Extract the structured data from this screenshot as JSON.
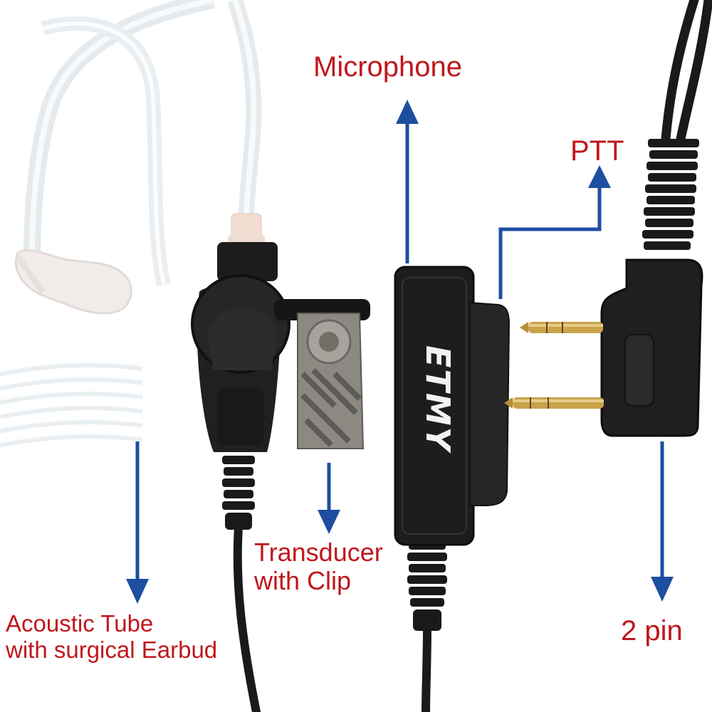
{
  "labels": {
    "microphone": "Microphone",
    "ptt": "PTT",
    "transducer_line1": "Transducer",
    "transducer_line2": "with Clip",
    "acoustic_line1": "Acoustic Tube",
    "acoustic_line2": "with surgical Earbud",
    "two_pin": "2 pin"
  },
  "brand": "ETMY",
  "colors": {
    "label_text": "#c0171c",
    "arrow": "#1d4ea0",
    "plastic": "#1b1b1b",
    "tube": "#e6ecef",
    "metal": "#8d8a84",
    "gold": "#c9a24a"
  },
  "icons": [
    "arrow-up-icon",
    "arrow-down-icon",
    "audio-jack-icon"
  ]
}
